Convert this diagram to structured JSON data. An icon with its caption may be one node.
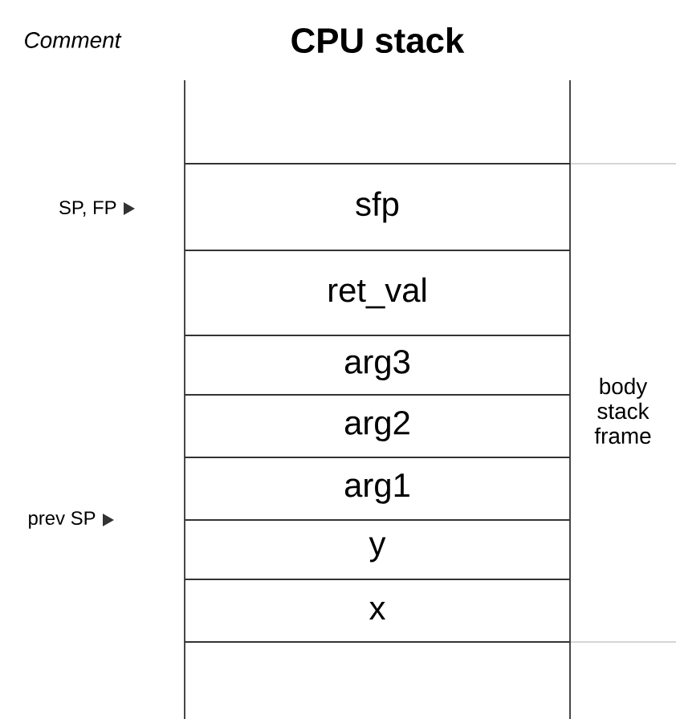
{
  "diagram": {
    "title": "CPU stack",
    "nodes": [
      {
        "text": [],
        "shape": "box"
      },
      {
        "text": [
          "sfp"
        ]
      },
      {
        "text": [
          "ret_val"
        ]
      },
      {
        "text": [
          "arg3"
        ]
      },
      {
        "text": [
          "arg2"
        ]
      },
      {
        "text": [
          "arg1"
        ]
      },
      {
        "text": [
          "y"
        ]
      },
      {
        "text": [
          "x"
        ]
      },
      {
        "text": [],
        "shape": "box"
      }
    ],
    "labels": [
      "Comment",
      "SP, FP",
      "prev SP",
      "body stack frame"
    ]
  }
}
